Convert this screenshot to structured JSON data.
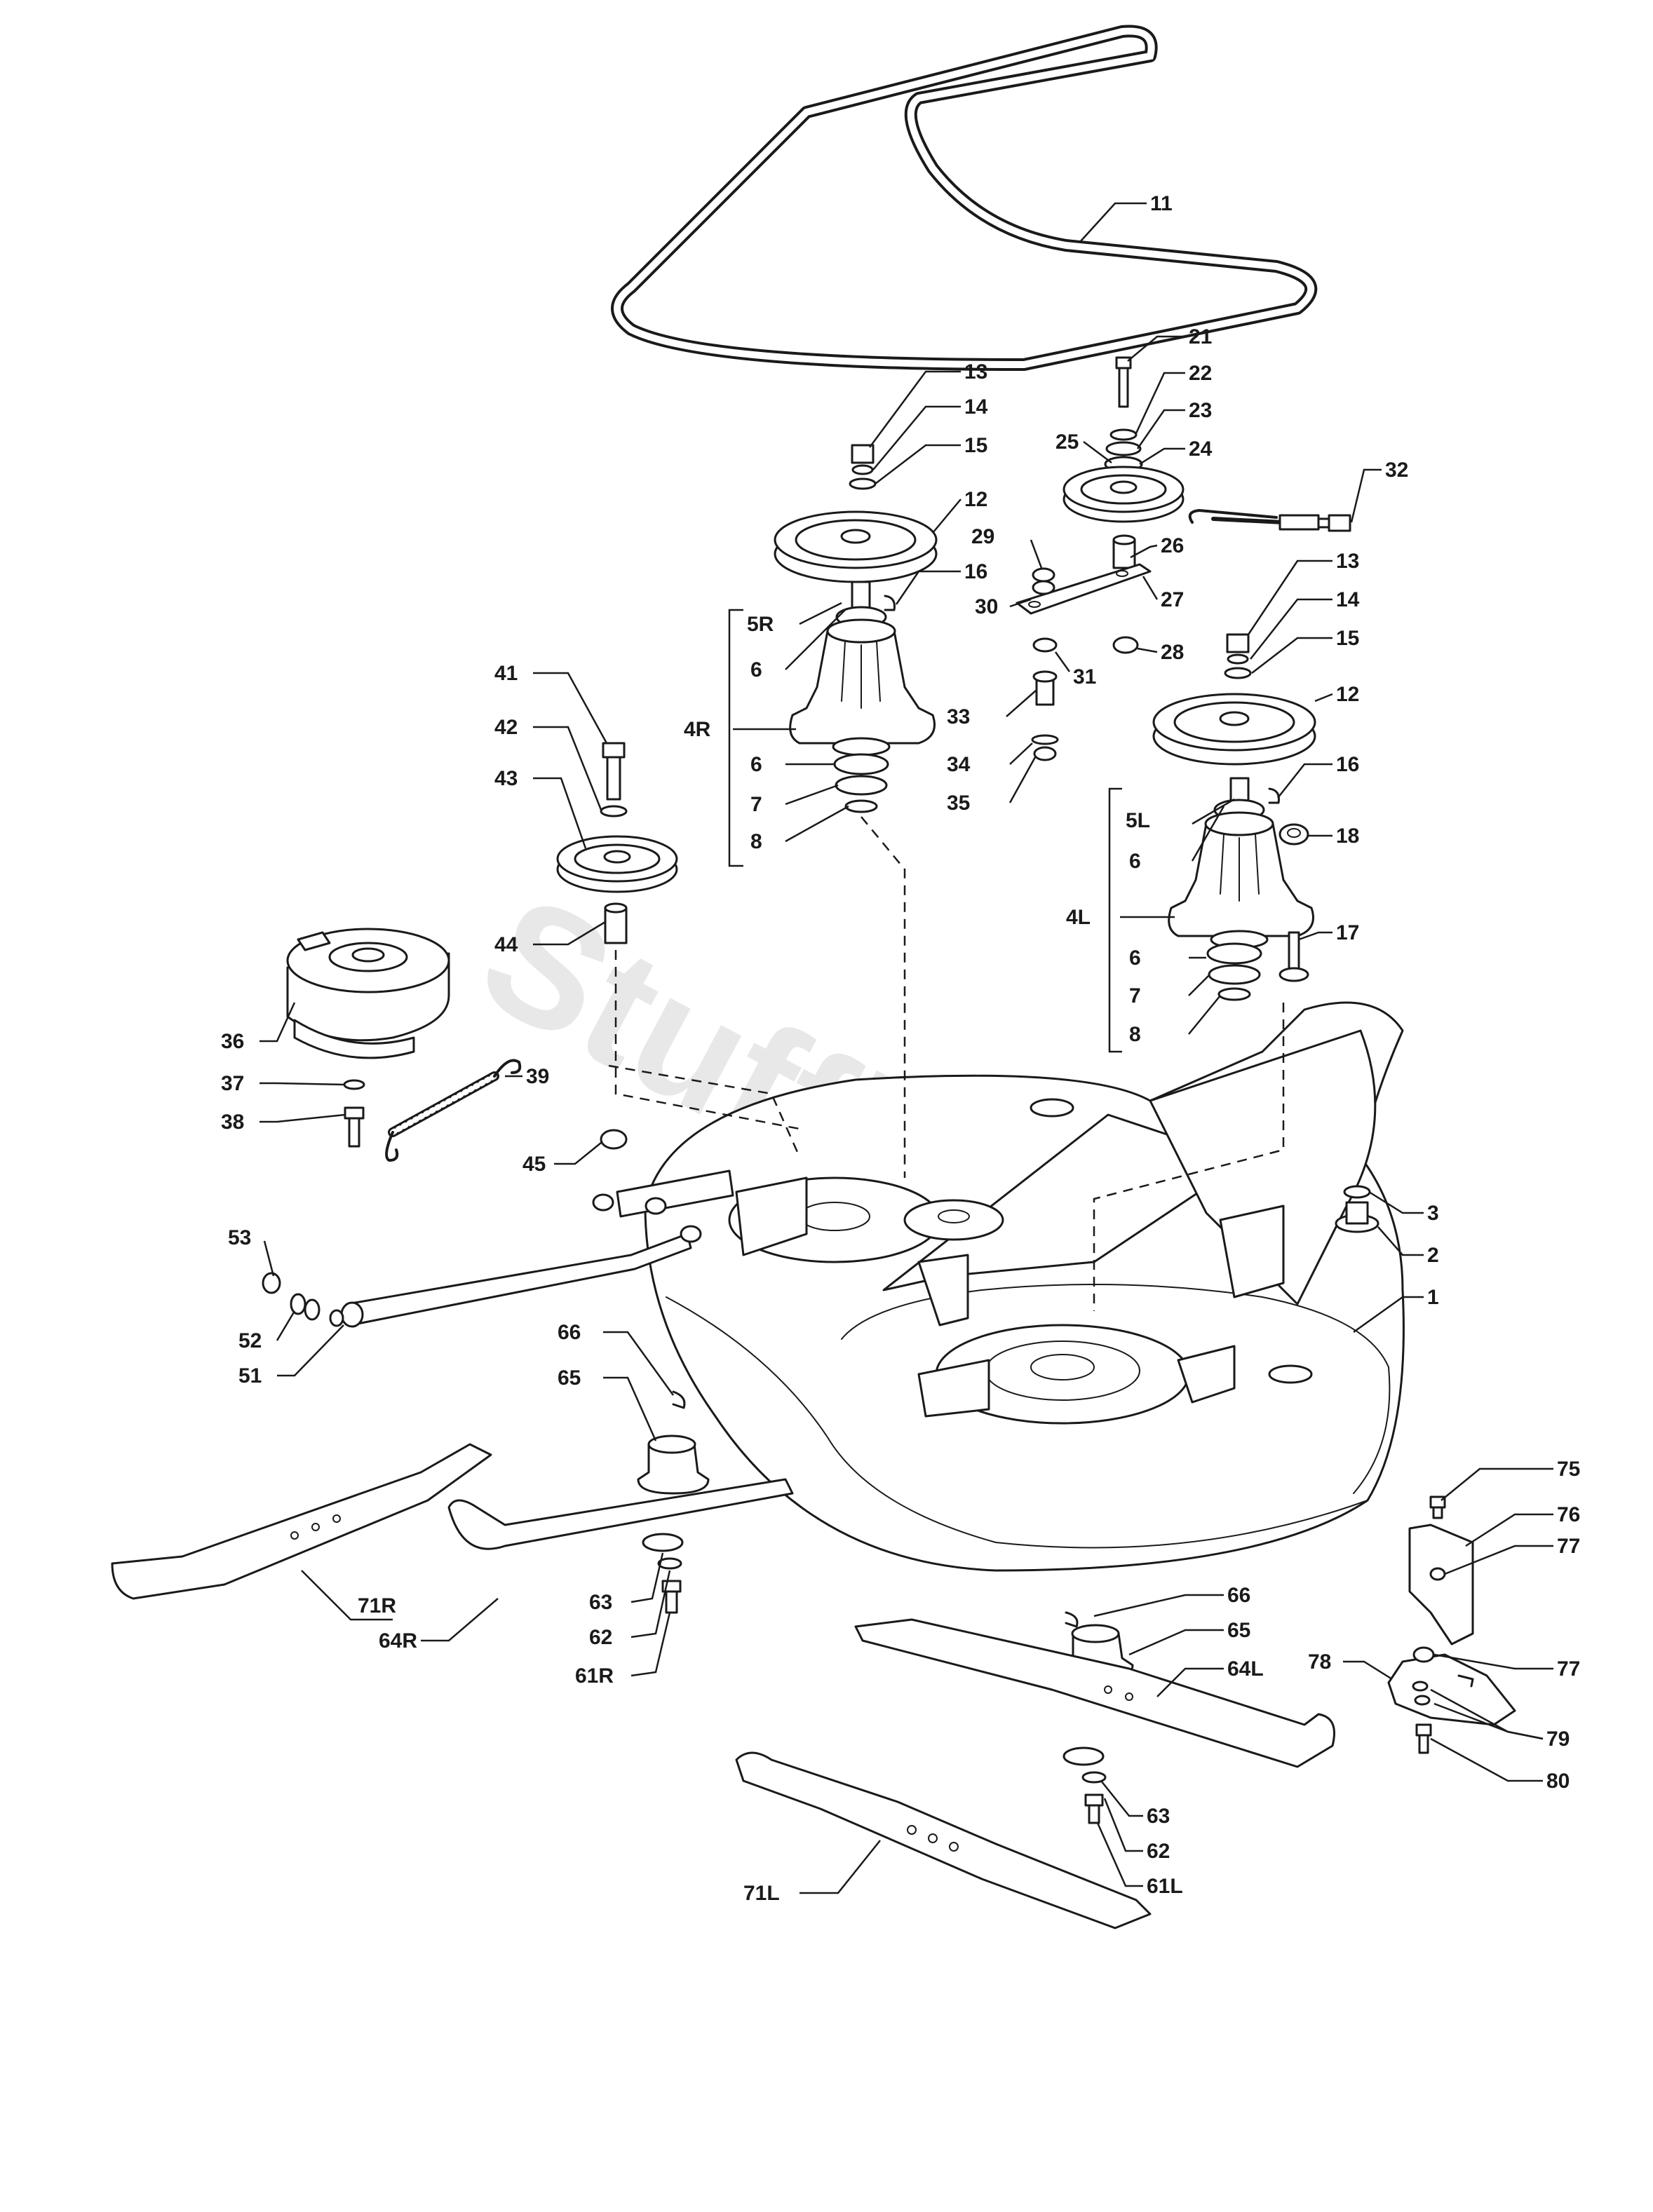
{
  "watermark": "Stuffley",
  "labels": {
    "l11": "11",
    "l21": "21",
    "l22": "22",
    "l23": "23",
    "l24": "24",
    "l25": "25",
    "l32": "32",
    "l13a": "13",
    "l14a": "14",
    "l15a": "15",
    "l12a": "12",
    "l29": "29",
    "l16a": "16",
    "l26": "26",
    "l27": "27",
    "l30": "30",
    "l5R": "5R",
    "l6a": "6",
    "l4R": "4R",
    "l6b": "6",
    "l7a": "7",
    "l8a": "8",
    "l28": "28",
    "l31": "31",
    "l33": "33",
    "l34": "34",
    "l35": "35",
    "l13b": "13",
    "l14b": "14",
    "l15b": "15",
    "l12b": "12",
    "l16b": "16",
    "l5L": "5L",
    "l6c": "6",
    "l18": "18",
    "l4L": "4L",
    "l17": "17",
    "l6d": "6",
    "l7b": "7",
    "l8b": "8",
    "l41": "41",
    "l42": "42",
    "l43": "43",
    "l44": "44",
    "l36": "36",
    "l37": "37",
    "l38": "38",
    "l39": "39",
    "l45": "45",
    "l3": "3",
    "l2": "2",
    "l1": "1",
    "l53": "53",
    "l52": "52",
    "l51": "51",
    "l66a": "66",
    "l65a": "65",
    "l75": "75",
    "l76": "76",
    "l77a": "77",
    "l71R": "71R",
    "l64R": "64R",
    "l63a": "63",
    "l62a": "62",
    "l61R": "61R",
    "l66b": "66",
    "l65b": "65",
    "l64L": "64L",
    "l78": "78",
    "l77b": "77",
    "l79": "79",
    "l80": "80",
    "l63b": "63",
    "l62b": "62",
    "l61L": "61L",
    "l71L": "71L"
  }
}
